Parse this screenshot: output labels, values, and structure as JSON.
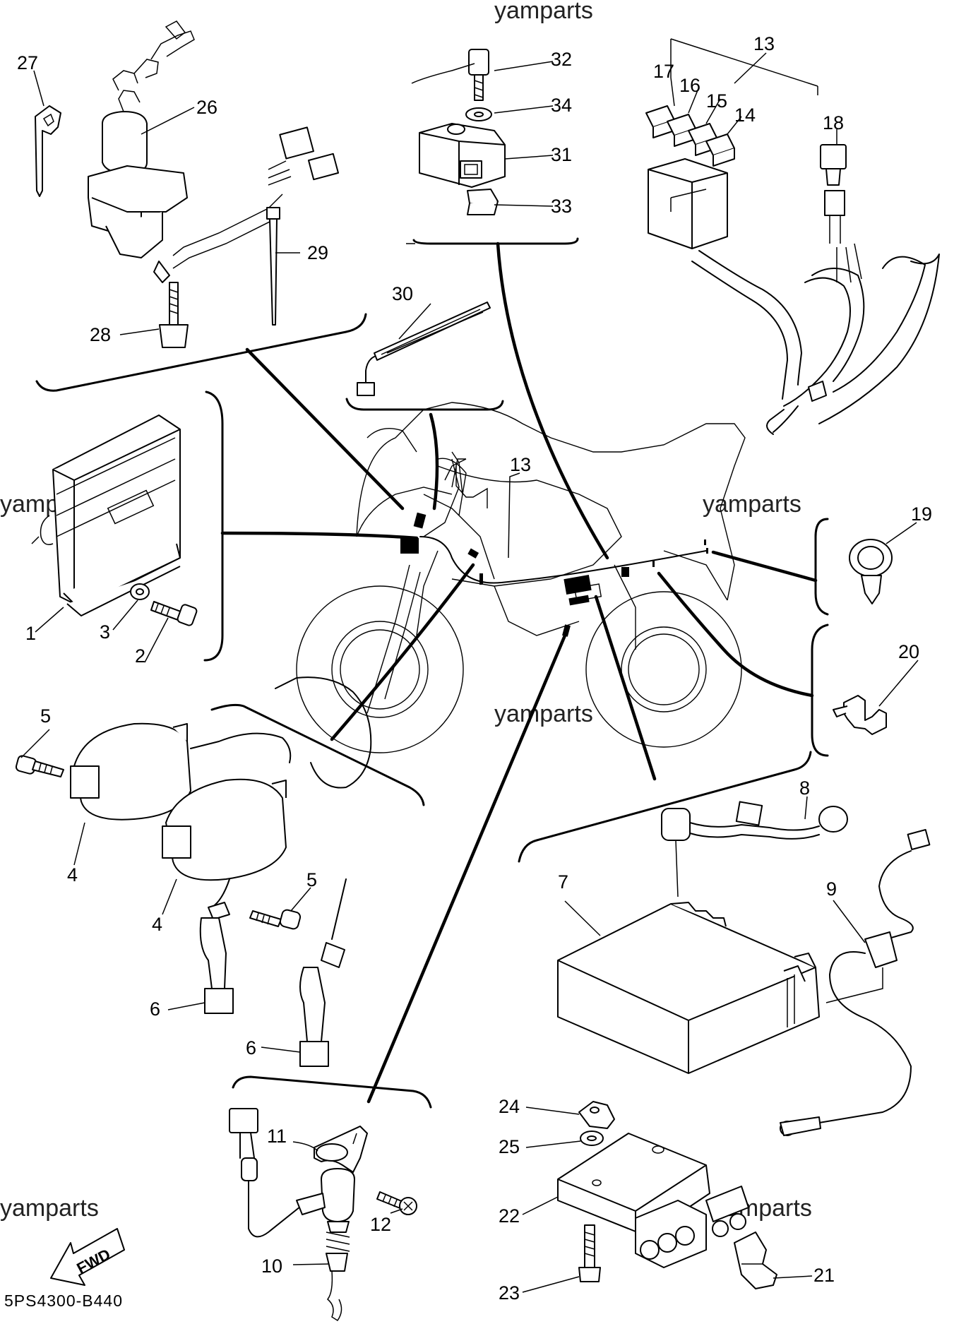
{
  "diagram_code": "5PS4300-B440",
  "watermark": "yamparts",
  "fwd_label": "FWD",
  "callouts": {
    "1": "1",
    "2": "2",
    "3": "3",
    "4": "4",
    "5": "5",
    "6": "6",
    "7": "7",
    "8": "8",
    "9": "9",
    "10": "10",
    "11": "11",
    "12": "12",
    "13": "13",
    "14": "14",
    "15": "15",
    "16": "16",
    "17": "17",
    "18": "18",
    "19": "19",
    "20": "20",
    "21": "21",
    "22": "22",
    "23": "23",
    "24": "24",
    "25": "25",
    "26": "26",
    "27": "27",
    "28": "28",
    "29": "29",
    "30": "30",
    "31": "31",
    "32": "32",
    "33": "33",
    "34": "34"
  }
}
